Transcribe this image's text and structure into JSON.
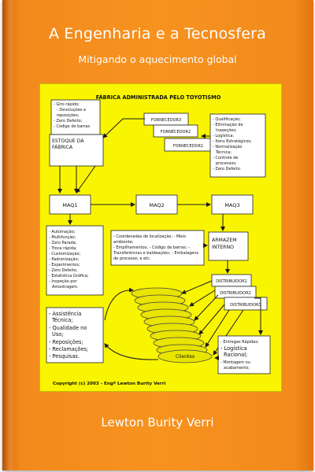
{
  "book": {
    "title": "A Engenharia e a Tecnosfera",
    "subtitle": "Mitigando o aquecimento global",
    "author": "Lewton Burity Verri"
  },
  "diagram": {
    "title": "FÁBRICA ADMINISTRADA PELO TOYOTISMO",
    "estoque_notes": [
      "- Giro rápido;",
      "- Devoluções e",
      "reposições;",
      "- Zero Defeito;",
      "- Código de barras"
    ],
    "estoque_label": [
      "ESTOQUE DA",
      "FÁBRICA"
    ],
    "fornecedores": [
      "FORNECEDOR3",
      "FORNECEDOR2",
      "FORNECEDOR1"
    ],
    "fornecedor_notes": [
      "- Qualificação;",
      "- Eliminação de",
      "Inspeções;",
      "- Logística;",
      "- Itens Estratégicos;",
      "- Normalização",
      "Técnica;",
      "- Controle de",
      "processos;",
      "- Zero Defeito."
    ],
    "maquinas": [
      "MAQ1",
      "MAQ2",
      "MAQ3"
    ],
    "maq_notes": [
      "- Automação;",
      "- Multifunção;",
      "- Zero Parada;",
      "- Troca rápida;",
      "- Customização;",
      "- Padronização;",
      "- Experimentos;",
      "- Zero Defeito;",
      "- Estatística Gráfica;",
      "- Inspeção por",
      "Amostragem."
    ],
    "logistica_notes": [
      "- Coordenadas de localização; - Meio",
      "ambiente;",
      "- Empilhamentos; - Código de barras; -",
      "Transferências e baldeações; - Embalagens",
      "de processo; e etc."
    ],
    "armazem_label": [
      "ARMAZEM",
      "INTERNO"
    ],
    "distribuidores": [
      "DISTRIBUIDOR1",
      "DISTRIBUIDOR2",
      "DISTRIBUIDOR3"
    ],
    "clientes_label": "Clientes",
    "assistencia_notes": [
      "- Assistência",
      "Técnica;",
      "- Qualidade no",
      "Uso;",
      "- Reposições;",
      "- Reclamações;",
      "- Pesquisas."
    ],
    "entregas_notes": [
      "- Entregas Rápidas;",
      "- Logística",
      "Racional;",
      "- Montagem ou",
      "acabamento;"
    ],
    "copyright": "Copyright (c) 2003 - Engº Lewton Burity Verri"
  },
  "colors": {
    "cover": "#f7921e",
    "panel": "#f9f500",
    "title_text": "#ffffff",
    "diagram_title": "#333399",
    "copyright": "#b31b00"
  }
}
